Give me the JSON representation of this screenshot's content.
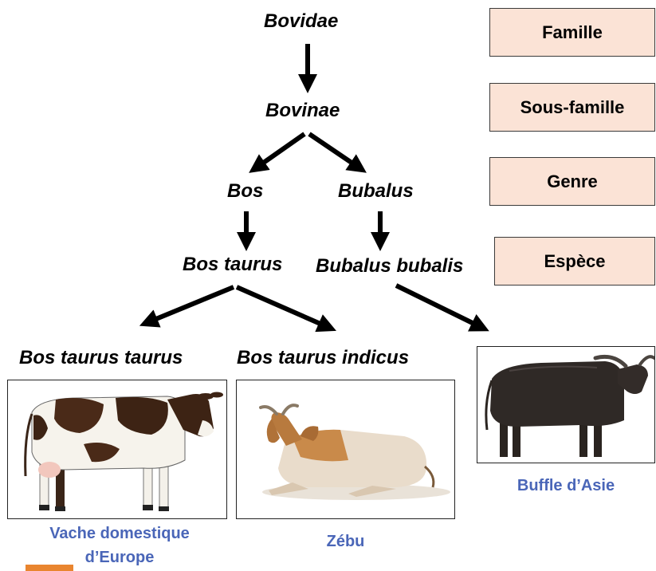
{
  "taxa": {
    "family": "Bovidae",
    "subfamily": "Bovinae",
    "genus_bos": "Bos",
    "genus_bubalus": "Bubalus",
    "species_bos_taurus": "Bos taurus",
    "species_bubalus_bubalis": "Bubalus bubalis",
    "subspecies_taurus": "Bos taurus taurus",
    "subspecies_indicus": "Bos taurus indicus"
  },
  "ranks": {
    "family": "Famille",
    "subfamily": "Sous-famille",
    "genus": "Genre",
    "species": "Espèce"
  },
  "captions": {
    "cow_line1": "Vache domestique",
    "cow_line2": "d’Europe",
    "zebu": "Zébu",
    "buffalo": "Buffle d’Asie"
  },
  "colors": {
    "rank_box_fill": "#fbe3d6",
    "caption_blue": "#4a66b8",
    "accent_orange": "#e9852f"
  }
}
